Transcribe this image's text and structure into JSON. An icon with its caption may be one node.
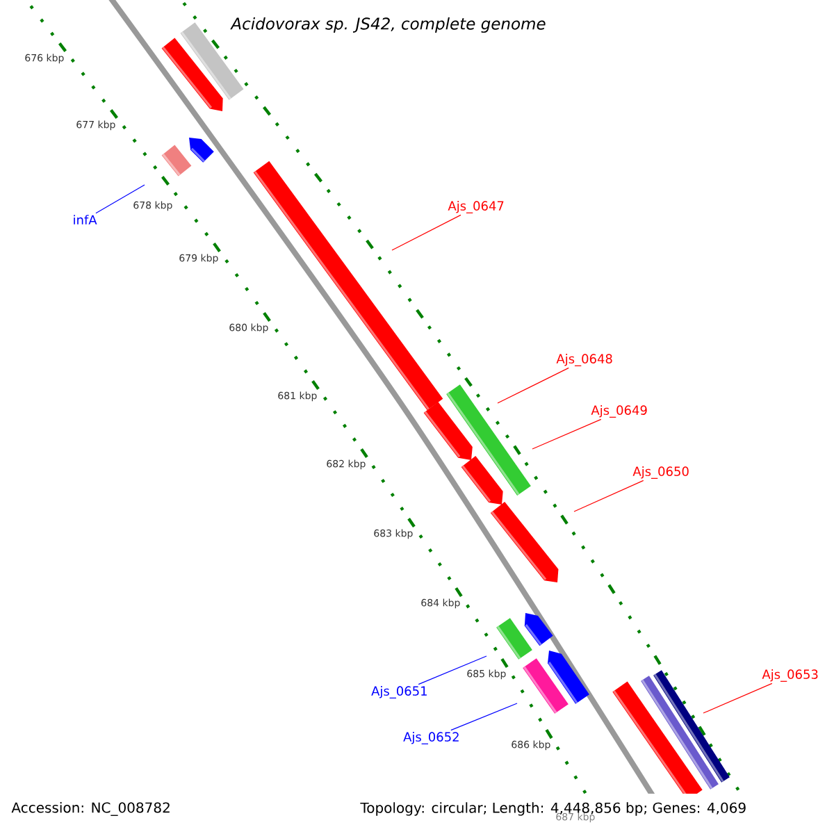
{
  "diagram": {
    "title": "Acidovorax sp. JS42, complete genome",
    "nodes": [
      {
        "text": [
          "infA"
        ]
      },
      {
        "text": [
          "Ajs_0647"
        ]
      },
      {
        "text": [
          "Ajs_0648"
        ]
      },
      {
        "text": [
          "Ajs_0649"
        ]
      },
      {
        "text": [
          "Ajs_0650"
        ]
      },
      {
        "text": [
          "Ajs_0651"
        ]
      },
      {
        "text": [
          "Ajs_0652"
        ]
      },
      {
        "text": [
          "Ajs_0653"
        ]
      }
    ],
    "edges": [
      {
        "from": 0,
        "to": null,
        "arrow": "none",
        "color": "#0000ff"
      },
      {
        "from": 1,
        "to": null,
        "arrow": "none"
      },
      {
        "from": 2,
        "to": null,
        "arrow": "none"
      },
      {
        "from": 3,
        "to": null,
        "arrow": "none"
      },
      {
        "from": 4,
        "to": null,
        "arrow": "none"
      },
      {
        "from": 5,
        "to": null,
        "arrow": "none",
        "color": "#0000ff"
      },
      {
        "from": 6,
        "to": null,
        "arrow": "none",
        "color": "#0000ff"
      },
      {
        "from": 7,
        "to": null,
        "arrow": "none"
      }
    ],
    "labels": [
      "676 kbp",
      "677 kbp",
      "678 kbp",
      "679 kbp",
      "680 kbp",
      "681 kbp",
      "682 kbp",
      "683 kbp",
      "684 kbp",
      "685 kbp",
      "686 kbp",
      "687 kbp",
      "Accession: NC_008782",
      "Topology: circular; Length: 4,448,856 bp; Genes: 4,069"
    ]
  }
}
